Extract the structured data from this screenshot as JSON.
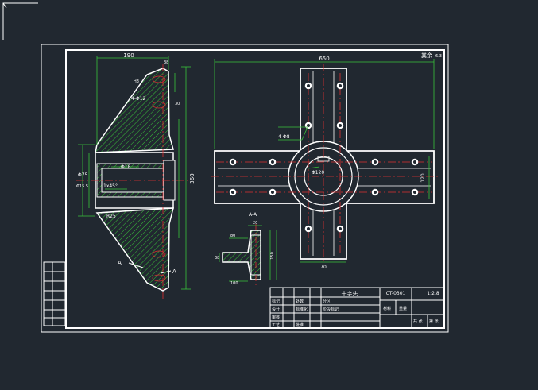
{
  "title_block": {
    "part_name": "十字头",
    "drawing_no": "CT-0301",
    "scale": "1:2.8",
    "material": "材料",
    "mass": "重量",
    "sheets": "共 张",
    "sheet_no": "第 张",
    "rows": [
      {
        "label": "标记",
        "cols": [
          "处数",
          "分区"
        ]
      },
      {
        "label": "设计",
        "cols": [
          "标准化",
          "阶段标记"
        ]
      },
      {
        "label": "审核",
        "cols": [
          "",
          ""
        ]
      },
      {
        "label": "工艺",
        "cols": [
          "批准",
          ""
        ]
      }
    ]
  },
  "dims_section": {
    "top_width": "190",
    "right_height": "360",
    "diam_inner": "Φ18",
    "bore": "Φ75",
    "thread": "4-Φ12",
    "chamfer": "1x45°",
    "side_note": "R25",
    "rough_left": "Φ15.5",
    "note": "H3",
    "dim_right_top": "38",
    "dim_right_mid": "30",
    "section_a": "A",
    "section_a2": "A"
  },
  "dims_plan": {
    "top_width": "650",
    "hole_label": "4-Φ8",
    "bore_label": "Φ120",
    "right_label": "120",
    "bottom_label": "70",
    "roughness": "6.3"
  },
  "dims_detail": {
    "view_label": "A-A",
    "d1": "20",
    "d2": "80",
    "d3": "38",
    "d4": "150",
    "d5": "100"
  },
  "stamp": "其余"
}
